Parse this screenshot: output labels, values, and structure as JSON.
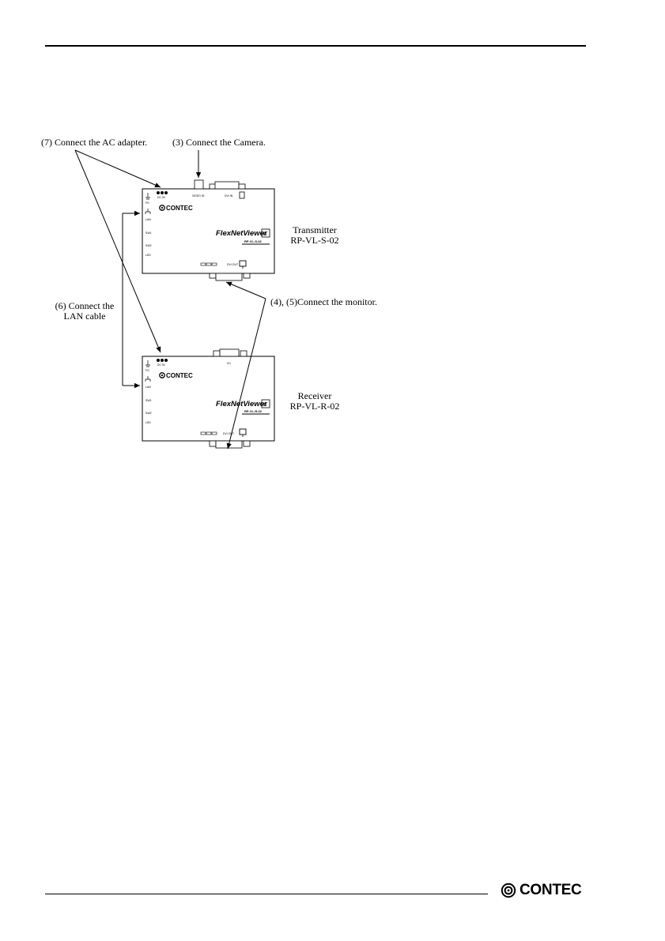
{
  "callouts": {
    "ac_adapter": "(7) Connect the AC adapter.",
    "camera": "(3) Connect the Camera.",
    "lan_line1": "(6) Connect the",
    "lan_line2": "LAN cable",
    "monitor": "(4), (5)Connect the monitor."
  },
  "transmitter": {
    "name": "Transmitter",
    "model": "RP-VL-S-02",
    "panel_model": "RP-VL-S-02",
    "brand": "CONTEC",
    "product": "FlexNetViewer",
    "port_labels": {
      "dc_in": "DC IN",
      "video_in": "VIDEO IN",
      "dvi_in": "DVI IN",
      "fg": "FG",
      "lan": "LAN",
      "sw1": "SW1",
      "sw2": "SW2",
      "led": "LED",
      "dvi_out": "DVI OUT"
    }
  },
  "receiver": {
    "name": "Receiver",
    "model": "RP-VL-R-02",
    "panel_model": "RP-VL-R-02",
    "brand": "CONTEC",
    "product": "FlexNetViewer",
    "port_labels": {
      "dc_in": "DC IN",
      "io": "I/O",
      "fg": "FG",
      "lan": "LAN",
      "sw1": "SW1",
      "sw2": "SW2",
      "led": "LED",
      "dvi_out": "DVI OUT"
    }
  },
  "footer": {
    "brand": "CONTEC"
  }
}
